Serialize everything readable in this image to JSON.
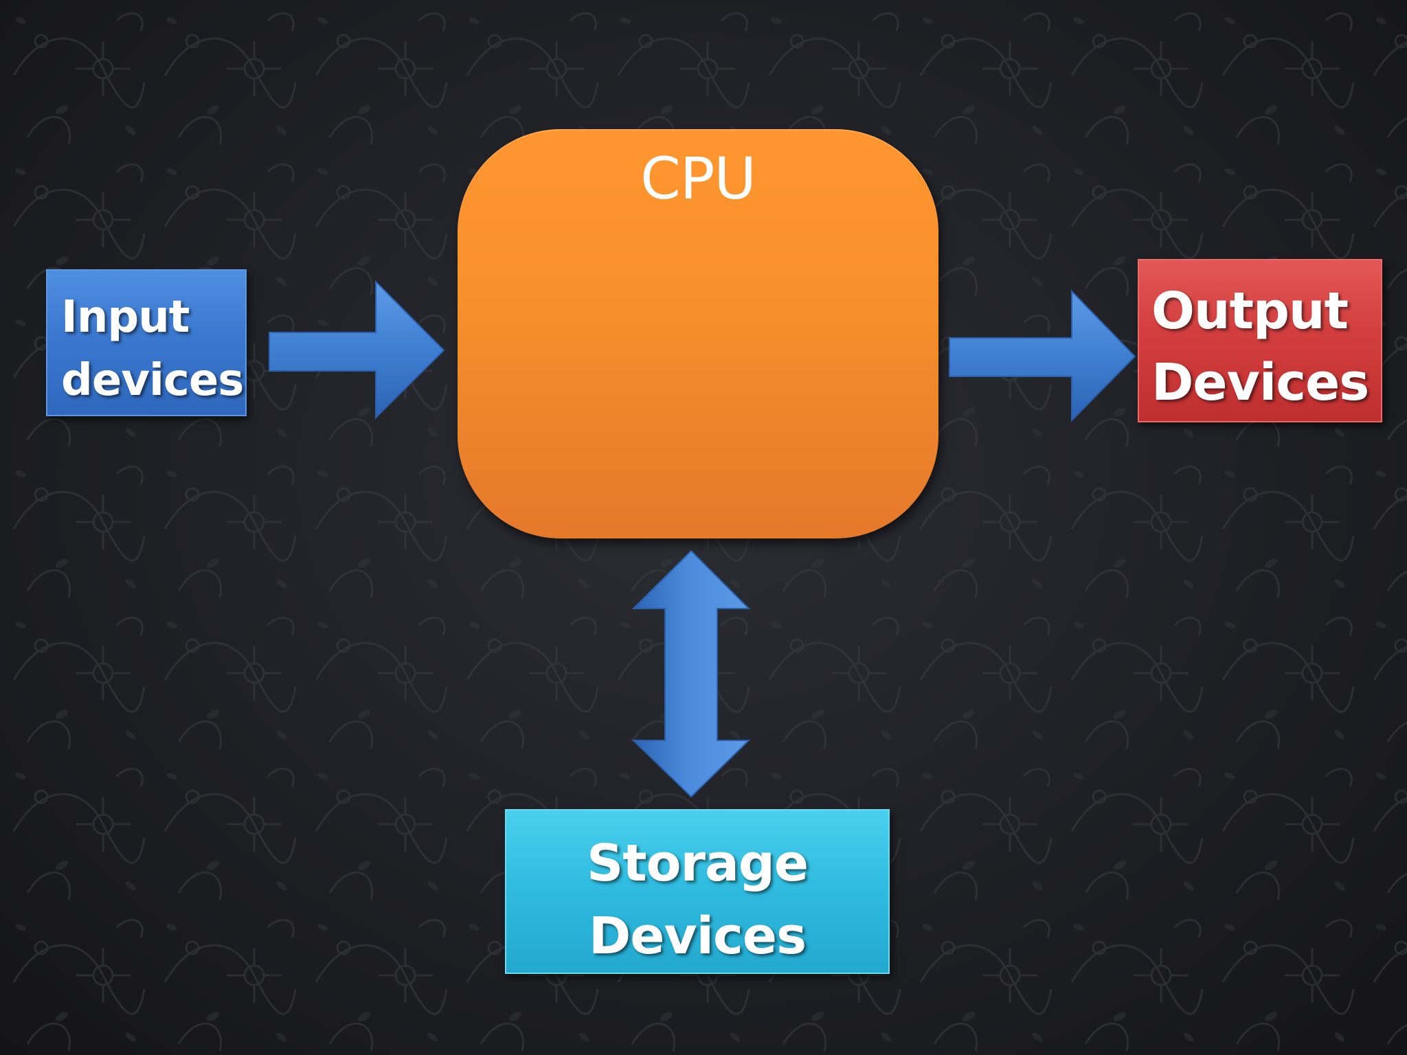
{
  "diagram": {
    "cpu": {
      "label": "CPU",
      "color": "#f8902c"
    },
    "input": {
      "lines": [
        "Input",
        "devices"
      ],
      "color": "#3a78cf"
    },
    "output": {
      "lines": [
        "Output",
        "Devices"
      ],
      "color": "#d23e3d"
    },
    "storage": {
      "lines": [
        "Storage",
        "Devices"
      ],
      "color": "#30bce0"
    },
    "arrow_color": "#3f7fd2",
    "connections": [
      {
        "from": "input",
        "to": "cpu",
        "direction": "one-way"
      },
      {
        "from": "cpu",
        "to": "output",
        "direction": "one-way"
      },
      {
        "from": "cpu",
        "to": "storage",
        "direction": "two-way"
      }
    ]
  }
}
